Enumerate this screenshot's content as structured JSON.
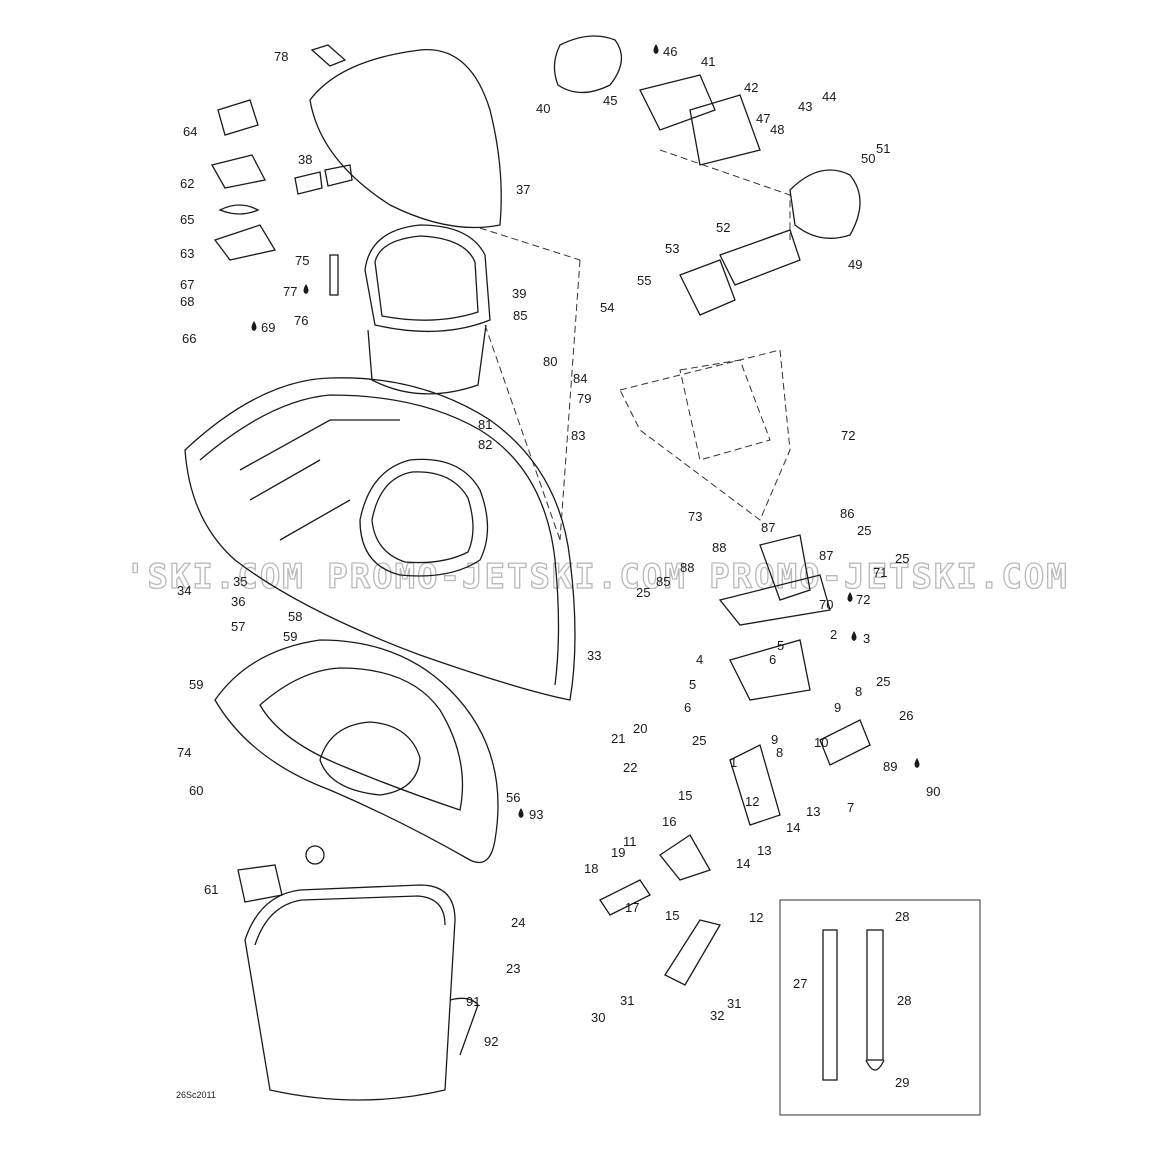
{
  "watermark": "'SKI.COM  PROMO-JETSKI.COM  PROMO-JETSKI.COM",
  "diagram_code": "26Sc2011",
  "callouts": [
    "1",
    "2",
    "3",
    "4",
    "5",
    "5",
    "6",
    "6",
    "7",
    "8",
    "8",
    "9",
    "9",
    "10",
    "11",
    "12",
    "12",
    "13",
    "13",
    "14",
    "14",
    "15",
    "15",
    "16",
    "17",
    "18",
    "19",
    "20",
    "21",
    "22",
    "23",
    "24",
    "25",
    "25",
    "25",
    "25",
    "25",
    "26",
    "27",
    "28",
    "28",
    "29",
    "30",
    "31",
    "31",
    "32",
    "33",
    "34",
    "35",
    "36",
    "37",
    "38",
    "39",
    "40",
    "41",
    "42",
    "43",
    "44",
    "45",
    "46",
    "47",
    "48",
    "49",
    "50",
    "51",
    "52",
    "53",
    "54",
    "55",
    "56",
    "57",
    "58",
    "59",
    "59",
    "60",
    "61",
    "62",
    "63",
    "64",
    "65",
    "66",
    "67",
    "68",
    "69",
    "70",
    "71",
    "72",
    "72",
    "73",
    "74",
    "75",
    "76",
    "77",
    "78",
    "79",
    "80",
    "81",
    "82",
    "83",
    "84",
    "85",
    "85",
    "86",
    "87",
    "87",
    "88",
    "88",
    "89",
    "90",
    "91",
    "92",
    "93"
  ]
}
